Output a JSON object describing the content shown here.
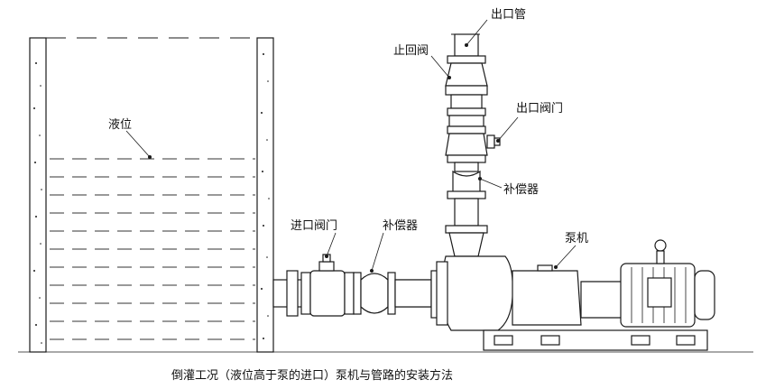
{
  "labels": {
    "outlet_pipe": "出口管",
    "check_valve": "止回阀",
    "outlet_gate_valve": "出口阀门",
    "compensator_top": "补偿器",
    "pump": "泵机",
    "inlet_gate_valve": "进口阀门",
    "compensator_inlet": "补偿器",
    "liquid_level": "液位"
  },
  "caption": "倒灌工况（液位高于泵的进口）泵机与管路的安装方法"
}
